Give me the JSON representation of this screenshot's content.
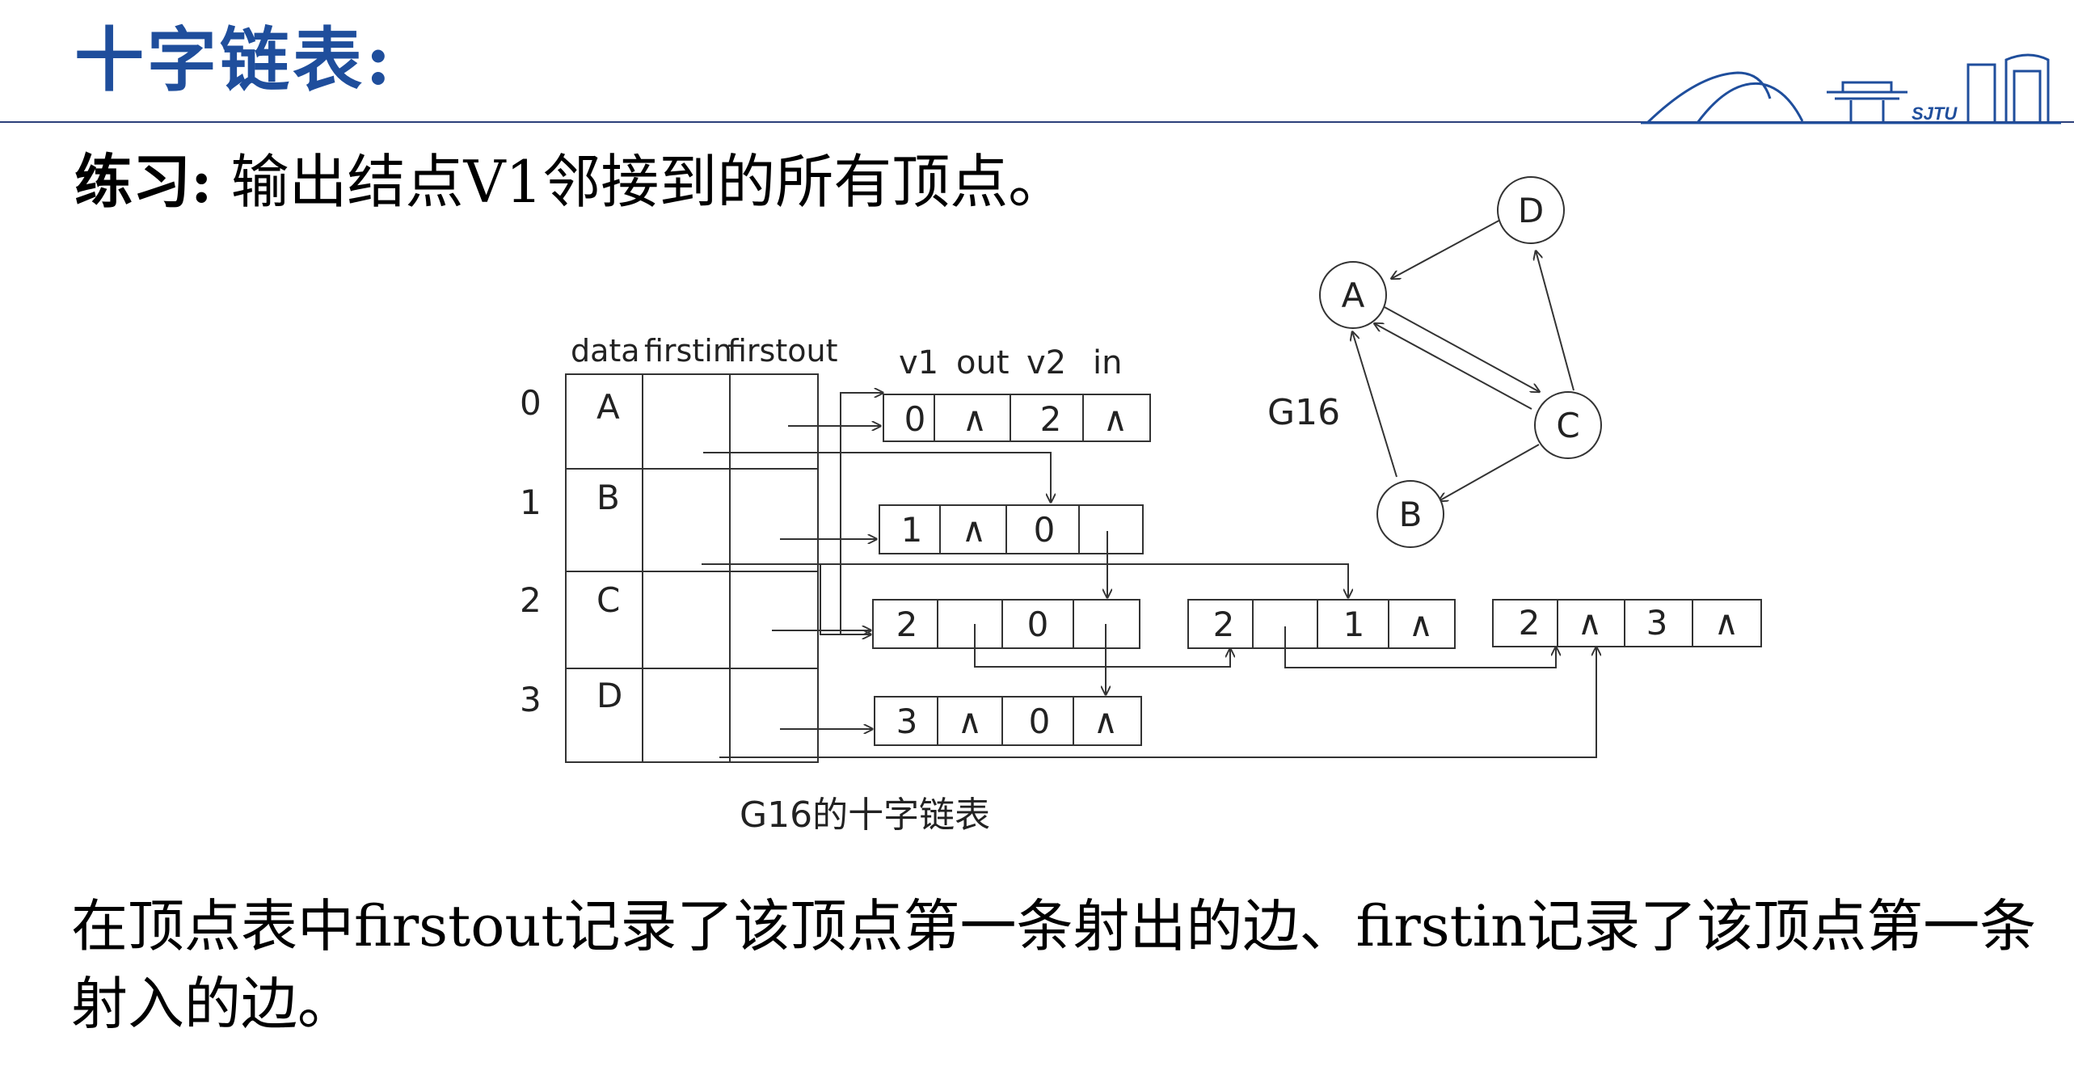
{
  "header": {
    "title": "十字链表:"
  },
  "exercise": {
    "label": "练习:",
    "text": "输出结点V1邻接到的所有顶点。"
  },
  "logo": {
    "text": "SJTU"
  },
  "diagram": {
    "vertex_table": {
      "headers": [
        "data",
        "firstin",
        "firstout"
      ],
      "rows": [
        {
          "index": "0",
          "data": "A"
        },
        {
          "index": "1",
          "data": "B"
        },
        {
          "index": "2",
          "data": "C"
        },
        {
          "index": "3",
          "data": "D"
        }
      ]
    },
    "arc_headers": [
      "v1",
      "out",
      "v2",
      "in"
    ],
    "arc_nodes": [
      {
        "v1": "0",
        "out": "∧",
        "v2": "2",
        "in": "∧"
      },
      {
        "v1": "1",
        "out": "∧",
        "v2": "0",
        "in": ""
      },
      {
        "v1": "2",
        "out": "",
        "v2": "0",
        "in": ""
      },
      {
        "v1": "2",
        "out": "",
        "v2": "1",
        "in": "∧"
      },
      {
        "v1": "2",
        "out": "∧",
        "v2": "3",
        "in": "∧"
      },
      {
        "v1": "3",
        "out": "∧",
        "v2": "0",
        "in": "∧"
      }
    ],
    "graph": {
      "name": "G16",
      "vertices": [
        "A",
        "B",
        "C",
        "D"
      ],
      "edges": [
        [
          "A",
          "C"
        ],
        [
          "B",
          "A"
        ],
        [
          "C",
          "A"
        ],
        [
          "C",
          "B"
        ],
        [
          "C",
          "D"
        ],
        [
          "D",
          "A"
        ]
      ]
    },
    "caption": "G16的十字链表"
  },
  "note": {
    "text": "在顶点表中firstout记录了该顶点第一条射出的边、firstin记录了该顶点第一条射入的边。"
  },
  "colors": {
    "title": "#1f4e9c",
    "rule": "#2b3f7a",
    "logo": "#1f4e9c",
    "lines": "#333333"
  }
}
